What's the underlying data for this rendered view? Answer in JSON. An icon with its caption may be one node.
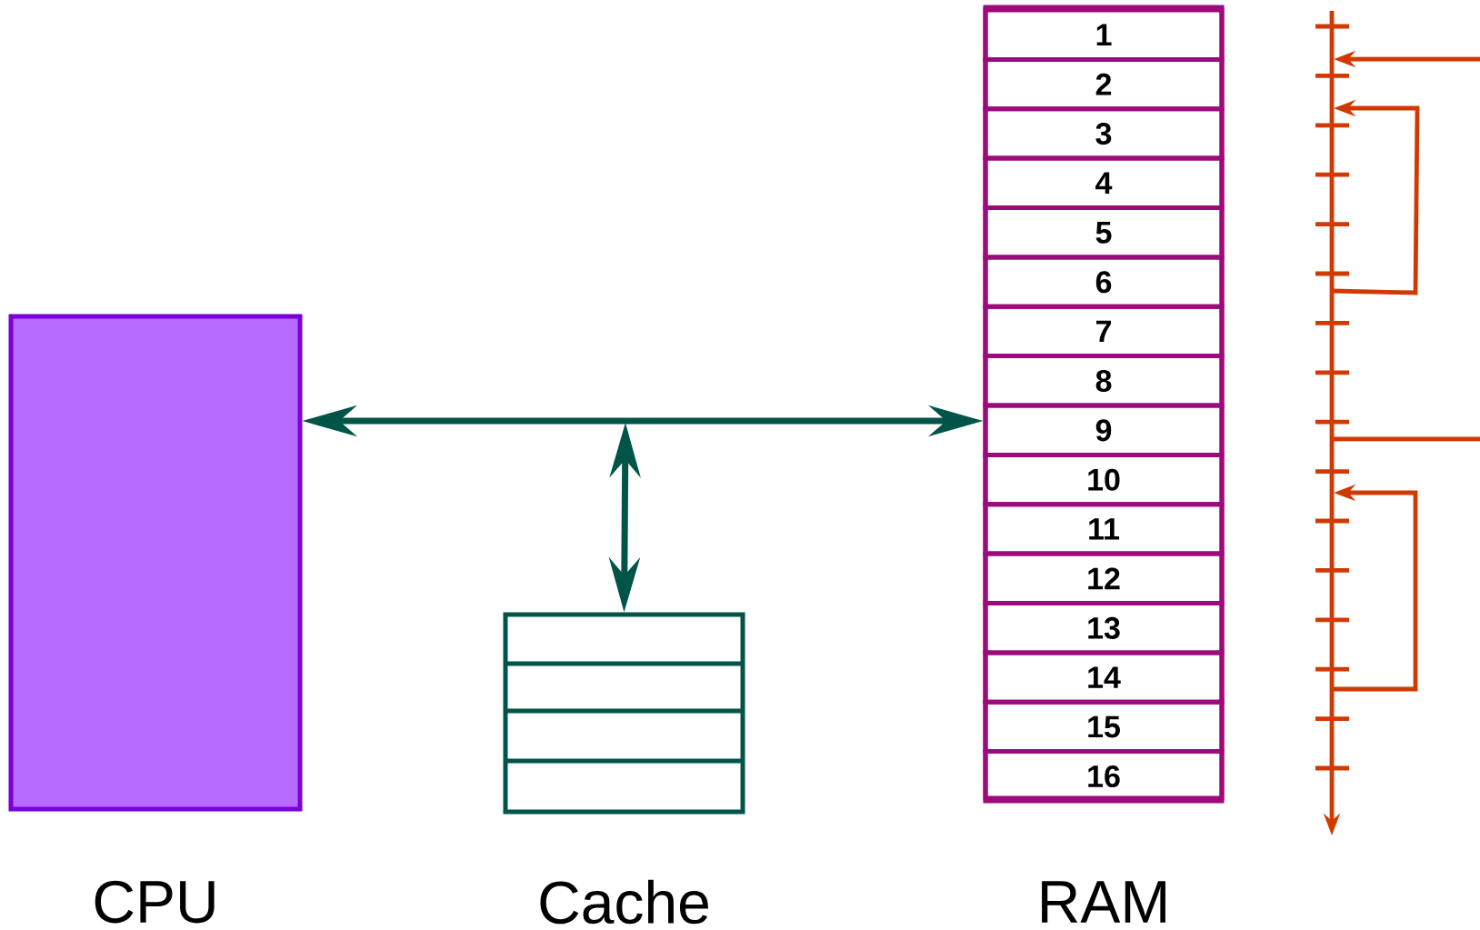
{
  "diagram": {
    "nodes": [
      {
        "text": [
          "CPU"
        ]
      },
      {
        "text": [
          "Cache"
        ]
      },
      {
        "text": [
          "RAM"
        ]
      },
      {
        "text": [
          "1"
        ],
        "in": 2
      },
      {
        "text": [
          "2"
        ],
        "in": 2
      },
      {
        "text": [
          "3"
        ],
        "in": 2
      },
      {
        "text": [
          "4"
        ],
        "in": 2
      },
      {
        "text": [
          "5"
        ],
        "in": 2
      },
      {
        "text": [
          "6"
        ],
        "in": 2
      },
      {
        "text": [
          "7"
        ],
        "in": 2
      },
      {
        "text": [
          "8"
        ],
        "in": 2
      },
      {
        "text": [
          "9"
        ],
        "in": 2
      },
      {
        "text": [
          "10"
        ],
        "in": 2
      },
      {
        "text": [
          "11"
        ],
        "in": 2
      },
      {
        "text": [
          "12"
        ],
        "in": 2
      },
      {
        "text": [
          "13"
        ],
        "in": 2
      },
      {
        "text": [
          "14"
        ],
        "in": 2
      },
      {
        "text": [
          "15"
        ],
        "in": 2
      },
      {
        "text": [
          "16"
        ],
        "in": 2
      }
    ],
    "edges": [
      {
        "from": 0,
        "to": 2,
        "arrow": "both"
      },
      {
        "from": null,
        "to": 1,
        "arrow": "both"
      }
    ]
  }
}
